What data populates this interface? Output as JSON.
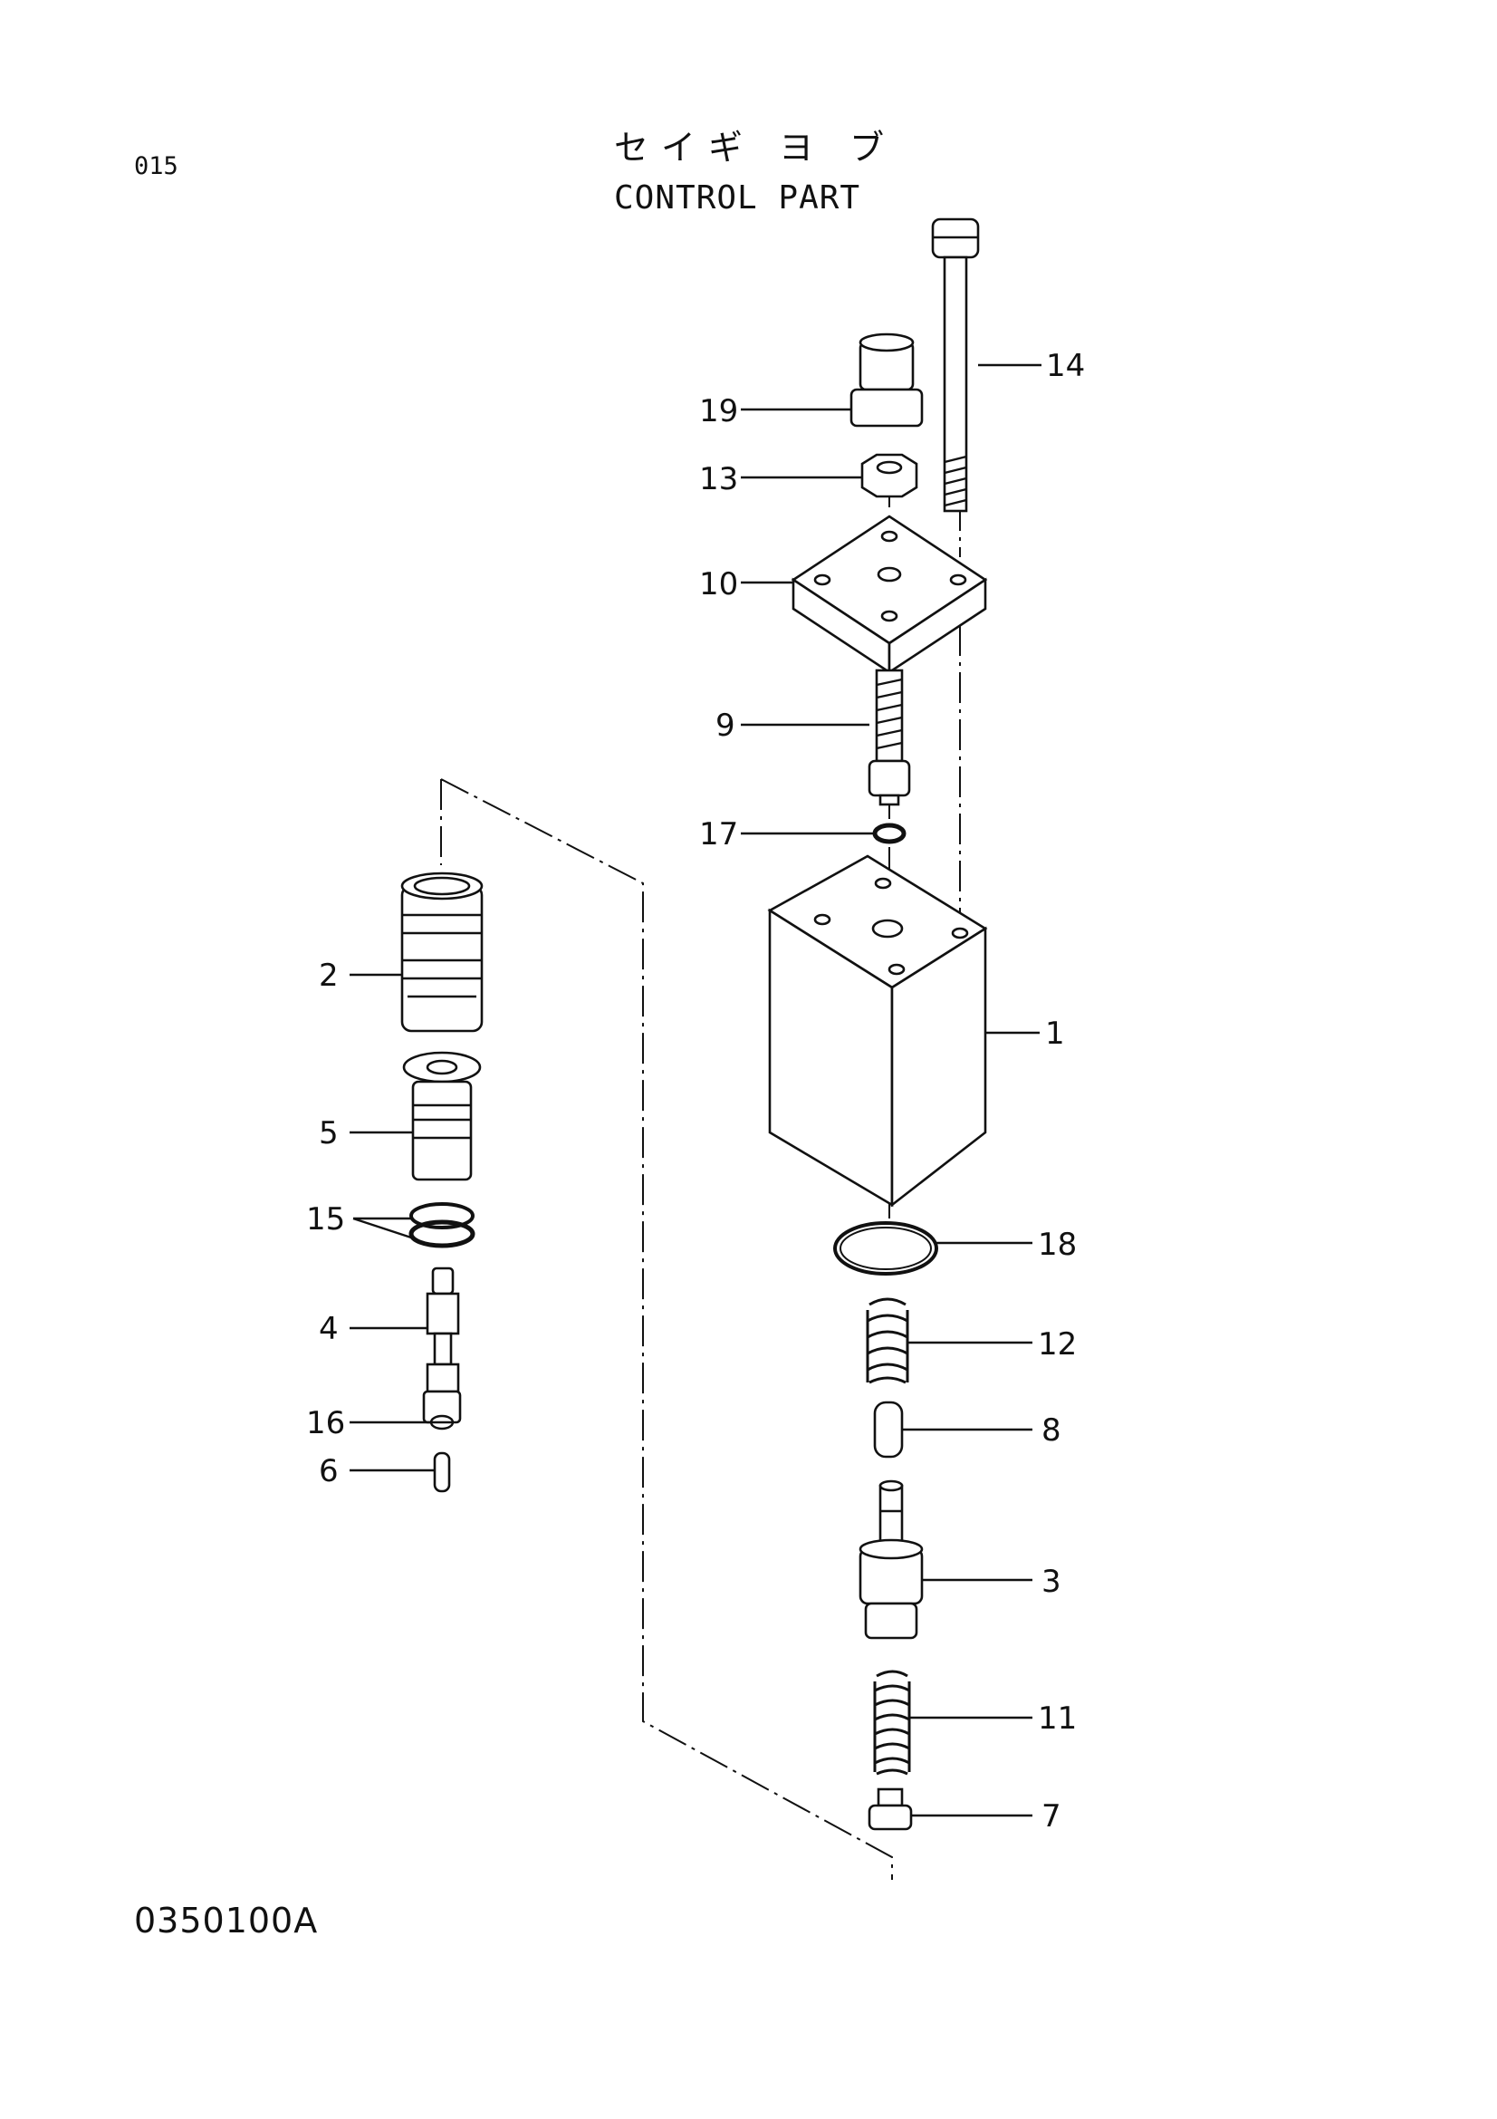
{
  "header": {
    "page_number": "015",
    "title_japanese": "セイギ ヨ ブ",
    "title_english": "CONTROL PART"
  },
  "footer": {
    "drawing_number": "0350100A"
  },
  "callouts": {
    "c1": "1",
    "c2": "2",
    "c3": "3",
    "c4": "4",
    "c5": "5",
    "c6": "6",
    "c7": "7",
    "c8": "8",
    "c9": "9",
    "c10": "10",
    "c11": "11",
    "c12": "12",
    "c13": "13",
    "c14": "14",
    "c15": "15",
    "c16": "16",
    "c17": "17",
    "c18": "18",
    "c19": "19"
  }
}
